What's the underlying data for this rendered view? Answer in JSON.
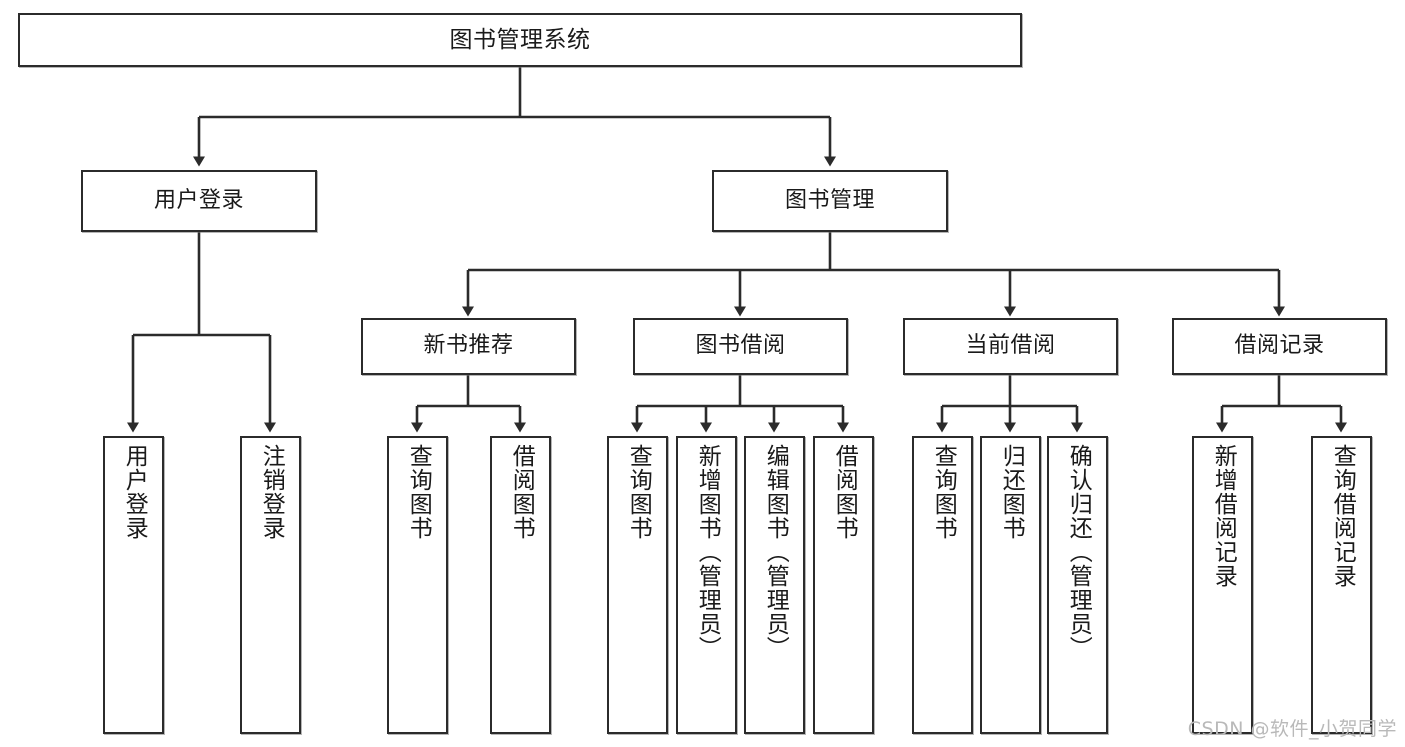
{
  "diagram": {
    "type": "tree-hierarchy",
    "title": "图书管理系统",
    "orientation": "top-down",
    "edge_color": "#2b2b2b",
    "node_fill": "#ffffff",
    "node_border": "#2b2b2b",
    "text_color": "#1a1a1a"
  },
  "nodes": {
    "root": {
      "label": "图书管理系统"
    },
    "level1": [
      {
        "label": "用户登录"
      },
      {
        "label": "图书管理"
      }
    ],
    "level2": [
      {
        "label": "新书推荐"
      },
      {
        "label": "图书借阅"
      },
      {
        "label": "当前借阅"
      },
      {
        "label": "借阅记录"
      }
    ],
    "leaves": {
      "user_login": [
        {
          "label": "用户登录"
        },
        {
          "label": "注销登录"
        }
      ],
      "new_book_recommend": [
        {
          "label": "查询图书"
        },
        {
          "label": "借阅图书"
        }
      ],
      "book_borrow": [
        {
          "label": "查询图书"
        },
        {
          "label": "新增图书（管理员）"
        },
        {
          "label": "编辑图书（管理员）"
        },
        {
          "label": "借阅图书"
        }
      ],
      "current_borrow": [
        {
          "label": "查询图书"
        },
        {
          "label": "归还图书"
        },
        {
          "label": "确认归还（管理员）"
        }
      ],
      "borrow_record": [
        {
          "label": "新增借阅记录"
        },
        {
          "label": "查询借阅记录"
        }
      ]
    }
  },
  "watermark": {
    "text": "CSDN @软件_小贺同学"
  }
}
